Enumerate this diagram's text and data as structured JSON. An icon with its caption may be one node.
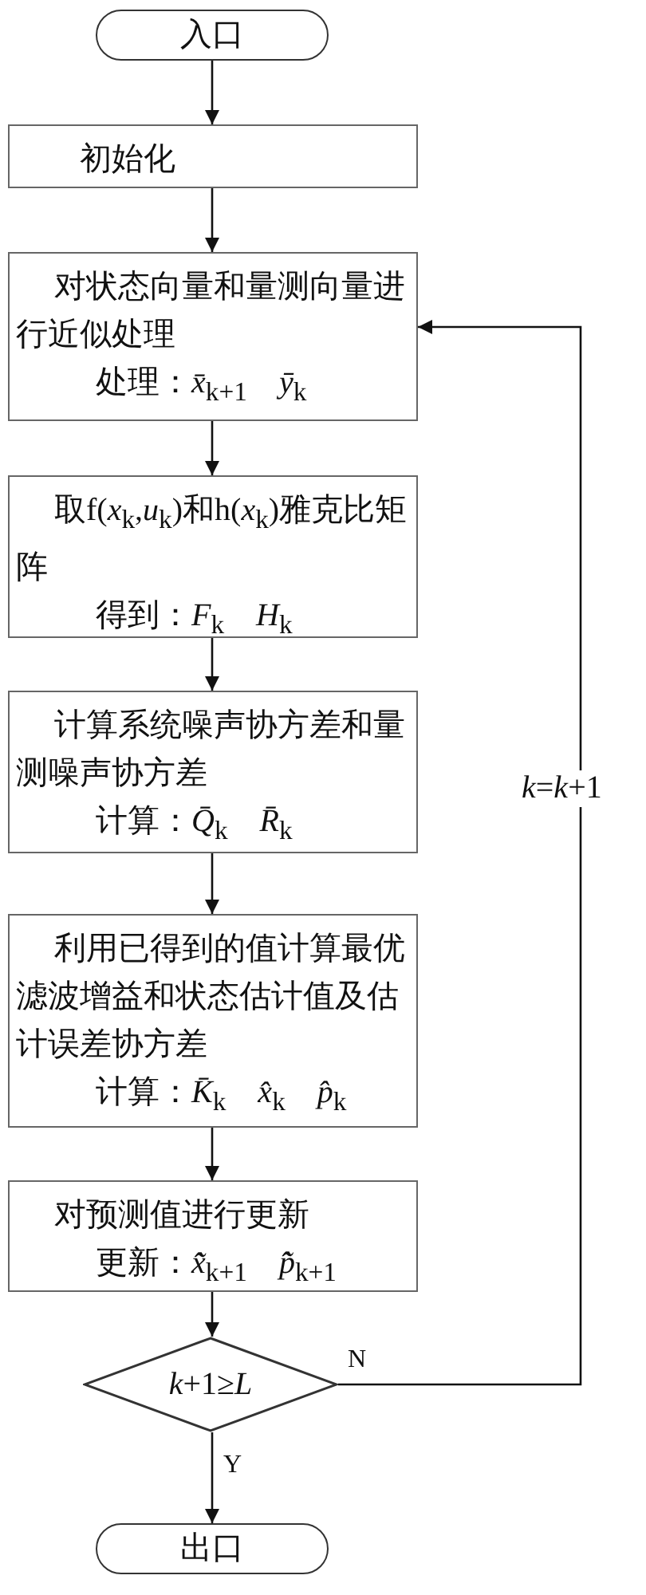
{
  "diagram": {
    "nodes": [
      {
        "text": [
          "入口"
        ]
      },
      {
        "text": [
          "初始化"
        ]
      },
      {
        "text": [
          "对状态向量和量测向量进行近似处理",
          "处理：*x̄*$_{k+1}$　*ȳ*$_{k}$"
        ]
      },
      {
        "text": [
          "取f(*x*$_{k}$,*u*$_{k}$)和h(*x*$_{k}$)雅克比矩阵",
          "得到：*F*$_{k}$　*H*$_{k}$"
        ]
      },
      {
        "text": [
          "计算系统噪声协方差和量测噪声协方差",
          "计算：*Q̄*$_{k}$　*R̄*$_{k}$"
        ]
      },
      {
        "text": [
          "利用已得到的值计算最优滤波增益和状态估计值及估计误差协方差",
          "计算：*K̄*$_{k}$　*x̂*$_{k}$　*p̂*$_{k}$"
        ]
      },
      {
        "text": [
          "对预测值进行更新",
          "更新：*x̂̃*$_{k+1}$　*p̂̃*$_{k+1}$"
        ]
      },
      {
        "text": [
          "*k*+1≥*L*"
        ]
      },
      {
        "text": [
          "出口"
        ]
      }
    ],
    "edges": [
      {
        "from": 0,
        "to": 1,
        "arrow": "to"
      },
      {
        "from": 1,
        "to": 2,
        "arrow": "to"
      },
      {
        "from": 2,
        "to": 3,
        "arrow": "to"
      },
      {
        "from": 3,
        "to": 4,
        "arrow": "to"
      },
      {
        "from": 4,
        "to": 5,
        "arrow": "to"
      },
      {
        "from": 5,
        "to": 6,
        "arrow": "to"
      },
      {
        "from": 6,
        "to": 7,
        "arrow": "to"
      },
      {
        "from": 7,
        "to": 8,
        "arrow": "to",
        "label": "Y"
      },
      {
        "from": 7,
        "to": 2,
        "arrow": "to",
        "label": "N"
      }
    ],
    "labels": [
      "*k*=*k*+1"
    ]
  }
}
